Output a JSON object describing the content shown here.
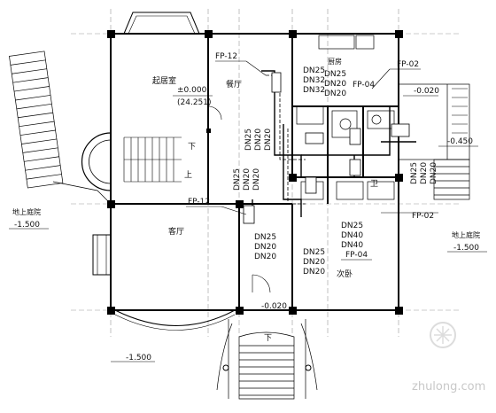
{
  "title_block": {
    "rooms": {
      "living_room": "起居室",
      "dining": "餐厅",
      "kitchen": "厨房",
      "hall": "客厅",
      "bedroom": "次卧"
    },
    "levels": {
      "main": "±0.000",
      "main_abs": "(24.251)",
      "kitchen_step": "-0.020",
      "terrace": "-0.450",
      "hall_step": "-0.020",
      "bottom": "-1.500"
    },
    "yard_left": {
      "name": "地上庭院",
      "level": "-1.500"
    },
    "yard_right": {
      "name": "地上庭院",
      "level": "-1.500"
    },
    "stair_marks": {
      "down1": "下",
      "up1": "上",
      "down2": "下"
    },
    "wc_label": "卫",
    "tags": {
      "fp12_top": "FP-12",
      "fp02_top": "FP-02",
      "fp04_top": "FP-04",
      "fp12_mid": "FP-12",
      "fp02_right": "FP-02",
      "fp04_mid": "FP-04"
    },
    "pipe_groups": {
      "kitchen": [
        "DN25",
        "DN32",
        "DN32"
      ],
      "kitchen2": [
        "DN25",
        "DN20",
        "DN20"
      ],
      "vertical_a": [
        "DN25",
        "DN20",
        "DN20"
      ],
      "vertical_b": [
        "DN25",
        "DN20",
        "DN20"
      ],
      "hall": [
        "DN25",
        "DN20",
        "DN20"
      ],
      "bedroom_a": [
        "DN25",
        "DN40",
        "DN40"
      ],
      "bedroom_b": [
        "DN25",
        "DN20",
        "DN20"
      ],
      "right_vertical": [
        "DN25",
        "DN20",
        "DN20"
      ]
    },
    "watermark": "zhulong.com"
  }
}
